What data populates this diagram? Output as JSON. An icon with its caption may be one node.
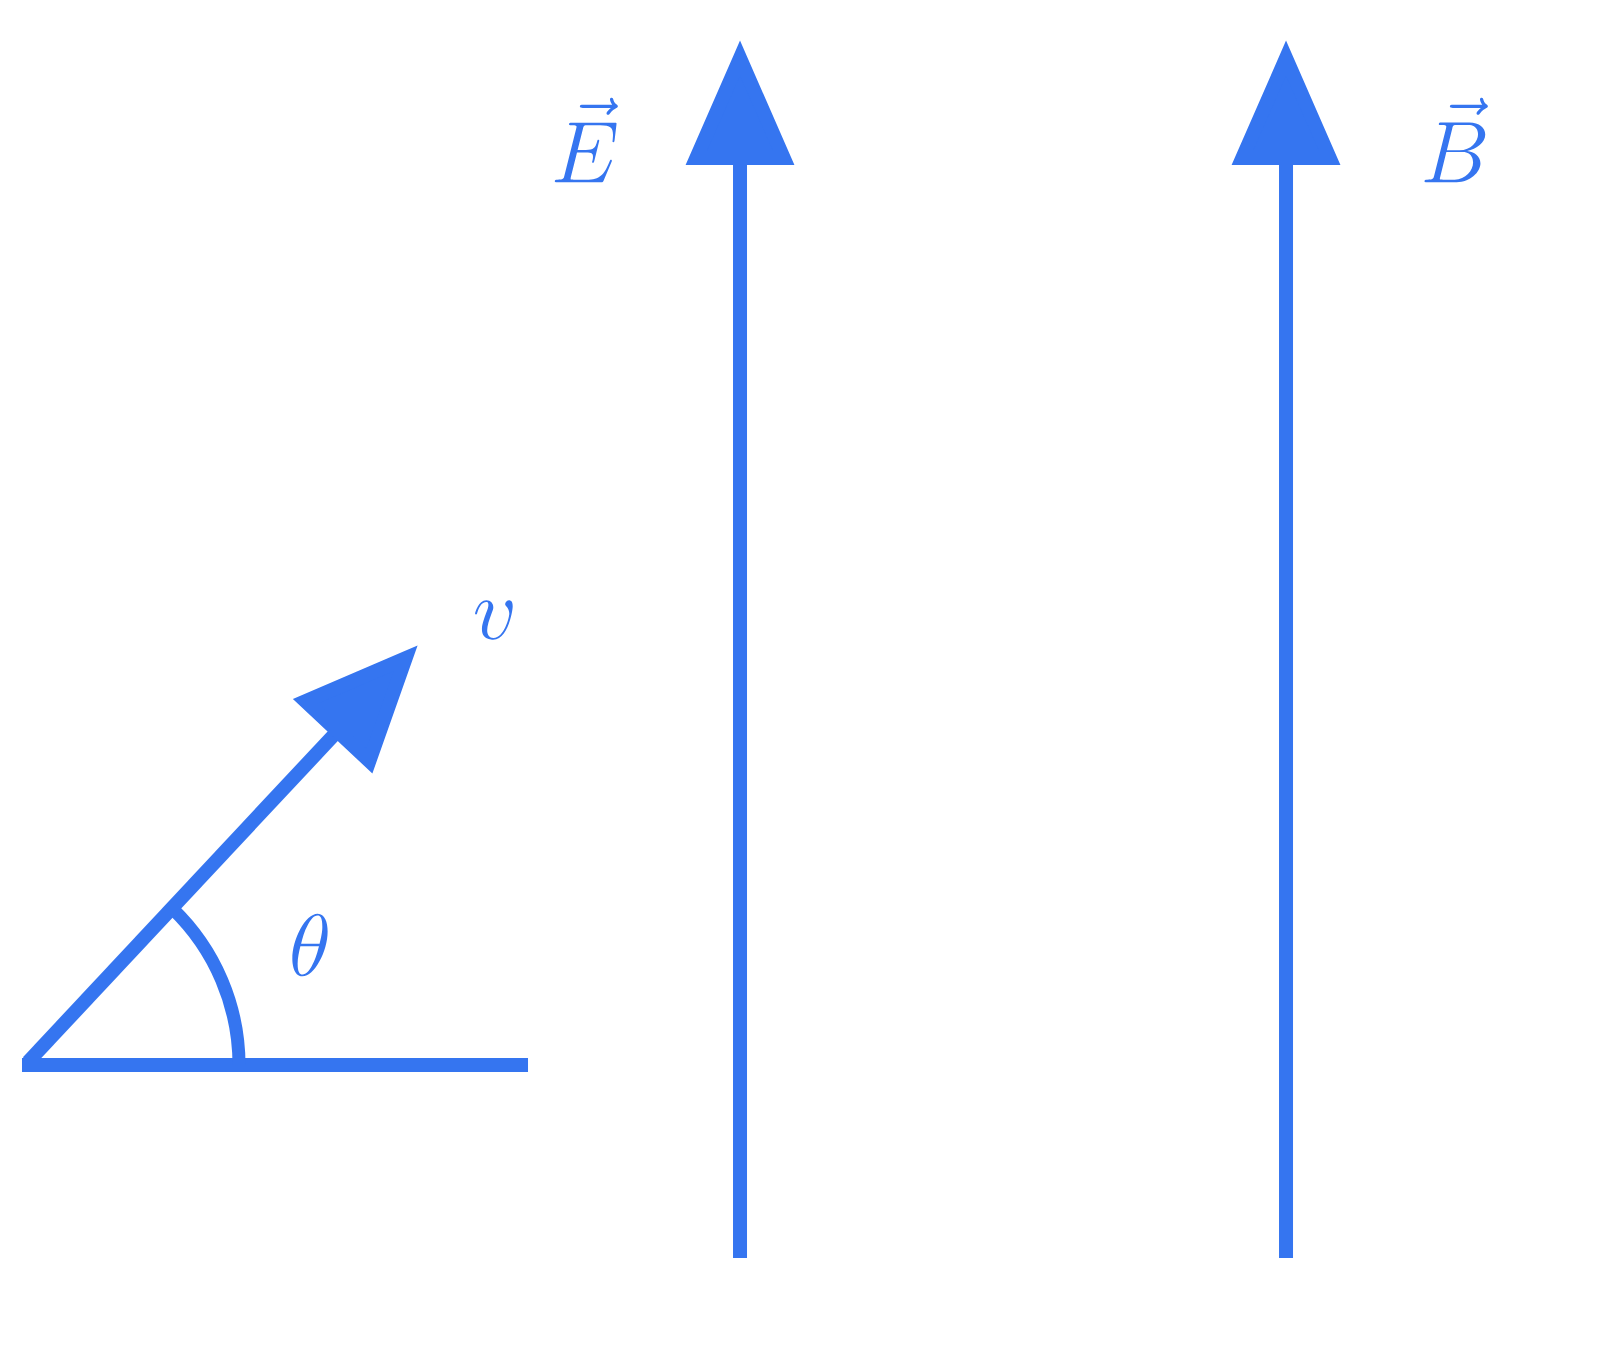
{
  "diagram": {
    "labels": [
      "\\vec{E}",
      "\\vec{B}",
      "v",
      "\\theta"
    ]
  }
}
